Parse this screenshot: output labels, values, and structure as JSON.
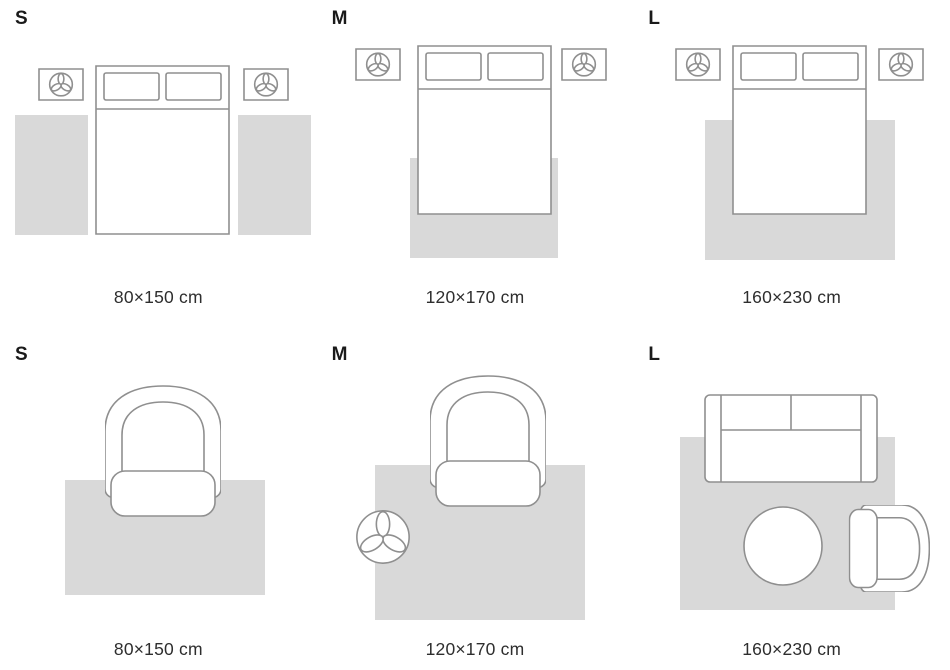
{
  "colors": {
    "rug": "#d9d9d9",
    "outline": "#8f8f8f",
    "text": "#1a1a1a"
  },
  "icons": {
    "plant": "three-leaf plant in a circle"
  },
  "rows": [
    {
      "name": "bedroom-rug-sizes",
      "panels": [
        {
          "label": "S",
          "size": "80×150 cm"
        },
        {
          "label": "M",
          "size": "120×170 cm"
        },
        {
          "label": "L",
          "size": "160×230 cm"
        }
      ]
    },
    {
      "name": "living-room-rug-sizes",
      "panels": [
        {
          "label": "S",
          "size": "80×150 cm"
        },
        {
          "label": "M",
          "size": "120×170 cm"
        },
        {
          "label": "L",
          "size": "160×230 cm"
        }
      ]
    }
  ]
}
